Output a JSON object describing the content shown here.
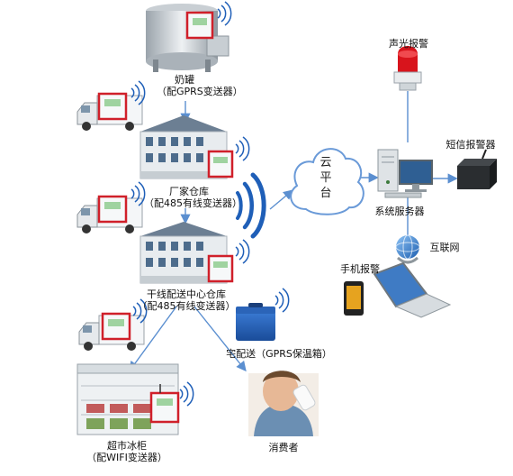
{
  "nodes": {
    "milk_tank": {
      "name": "奶罐",
      "sub": "（配GPRS变送器）"
    },
    "factory_warehouse": {
      "name": "厂家仓库",
      "sub": "（配485有线变送器）"
    },
    "trunk_center": {
      "name": "干线配送中心仓库",
      "sub": "（配485有线变送器）"
    },
    "home_delivery": {
      "name": "宅配送（GPRS保温箱）"
    },
    "supermarket": {
      "name": "超市冰柜",
      "sub": "（配WIFI变送器）"
    },
    "consumer": {
      "name": "消费者"
    },
    "cloud": {
      "line1": "云",
      "line2": "平",
      "line3": "台"
    },
    "system_server": {
      "name": "系统服务器"
    },
    "sound_light_alarm": {
      "name": "声光报警"
    },
    "sms_alarm": {
      "name": "短信报警器"
    },
    "internet": {
      "name": "互联网"
    },
    "mobile_alarm": {
      "name": "手机报警"
    }
  },
  "colors": {
    "arrow": "#5b8fd0",
    "signal": "#1f5fb8",
    "device_border": "#d0202a",
    "building_roof": "#6c7f93",
    "building_wall": "#e8ecef",
    "cloud_stroke": "#6a9ad8"
  },
  "icons": [
    "milk-tank-icon",
    "truck-icon",
    "warehouse-icon",
    "wifi-signal-icon",
    "cooler-box-icon",
    "fridge-icon",
    "cloud-icon",
    "server-icon",
    "alarm-light-icon",
    "sms-alarm-icon",
    "globe-icon",
    "phone-icon",
    "laptop-icon",
    "consumer-icon"
  ]
}
